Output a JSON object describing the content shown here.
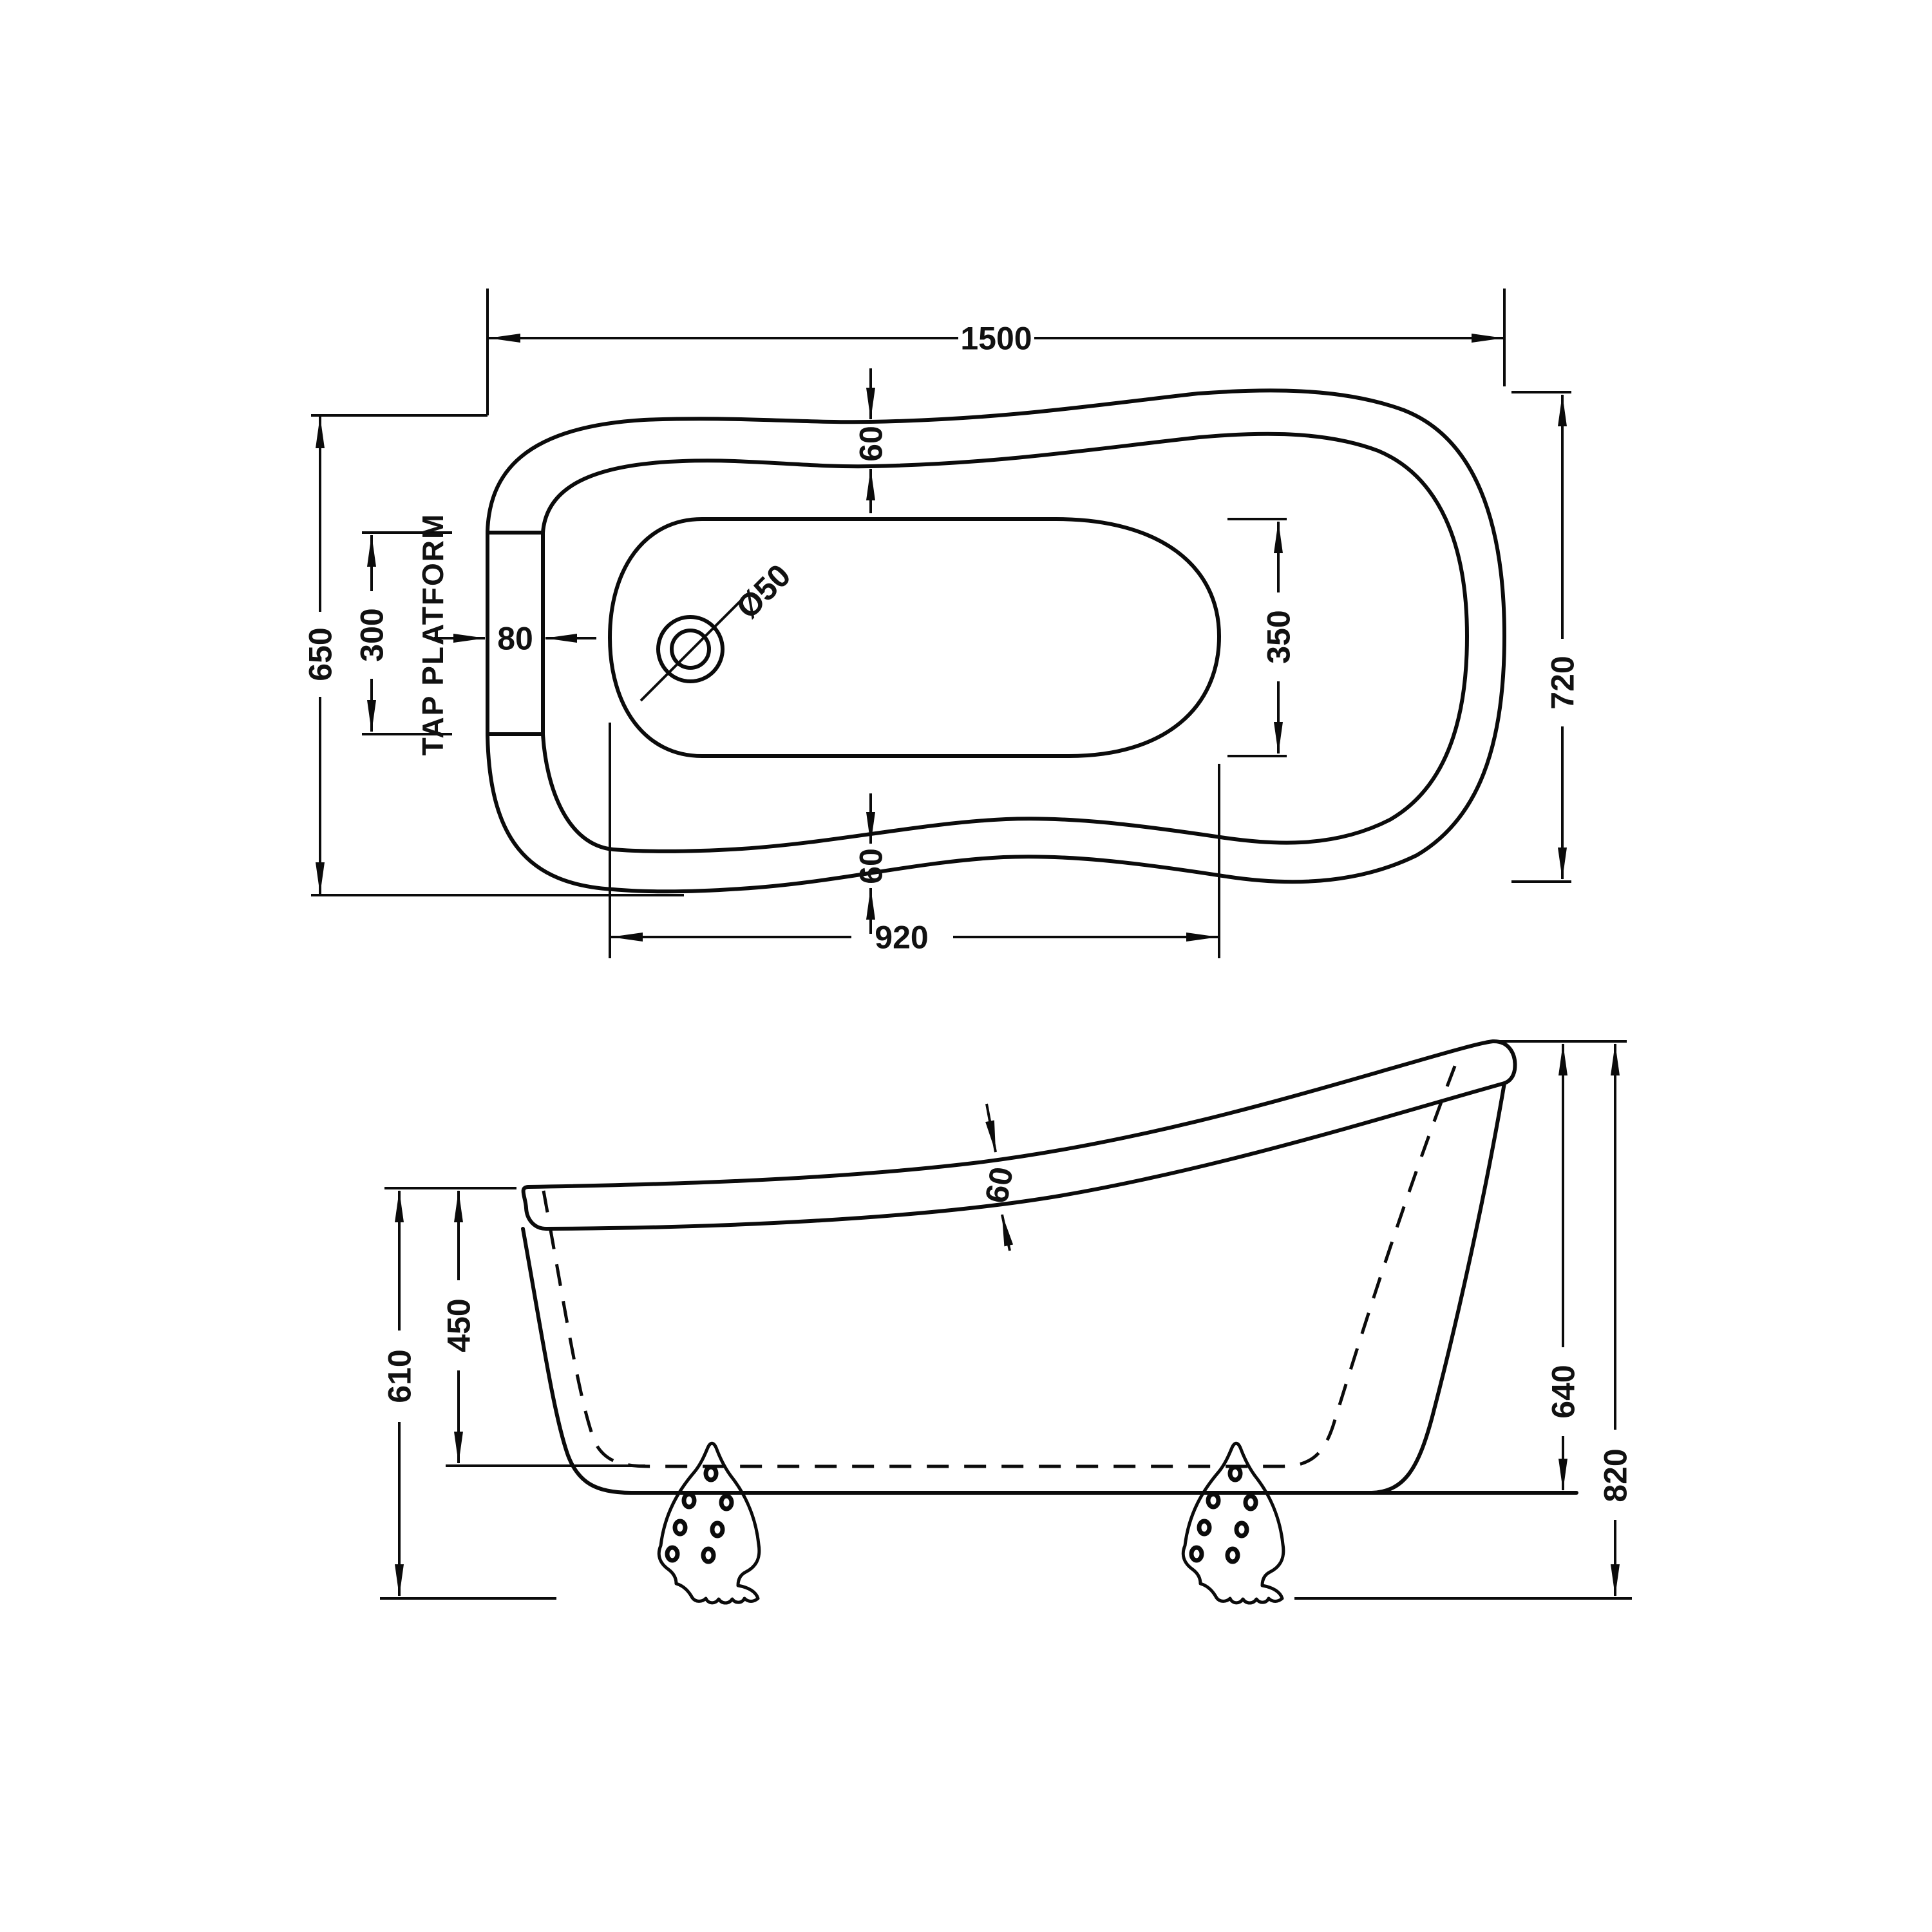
{
  "top_view": {
    "overall_length": "1500",
    "width_left": "650",
    "width_right": "720",
    "platform_label": "TAP PLATFORM",
    "platform_length": "300",
    "platform_width": "80",
    "rim_width_top": "60",
    "rim_width_bottom": "60",
    "waste_diameter": "Ø50",
    "basin_width": "350",
    "basin_length": "920"
  },
  "side_view": {
    "front_rim_height": "610",
    "internal_depth": "450",
    "rim_thickness": "60",
    "back_body_height": "640",
    "overall_height": "820"
  }
}
